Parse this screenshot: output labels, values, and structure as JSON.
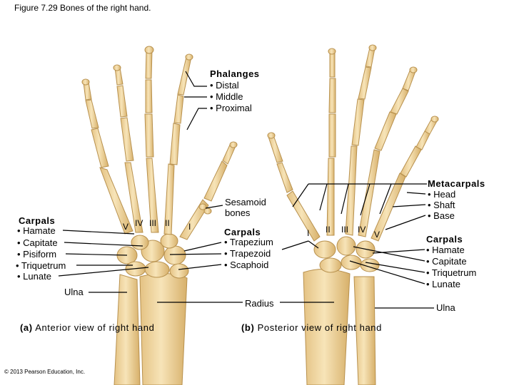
{
  "title": "Figure 7.29 Bones of the right hand.",
  "phalanges": {
    "heading": "Phalanges",
    "items": [
      "• Distal",
      "• Middle",
      "• Proximal"
    ]
  },
  "sesamoid": [
    "Sesamoid",
    "bones"
  ],
  "metacarpals": {
    "heading": "Metacarpals",
    "items": [
      "• Head",
      "• Shaft",
      "• Base"
    ]
  },
  "carpals_left": {
    "heading": "Carpals",
    "items": [
      "• Hamate",
      "• Capitate",
      "• Pisiform",
      "• Triquetrum",
      "• Lunate"
    ]
  },
  "carpals_center": {
    "heading": "Carpals",
    "items": [
      "• Trapezium",
      "• Trapezoid",
      "• Scaphoid"
    ]
  },
  "carpals_right": {
    "heading": "Carpals",
    "items": [
      "• Hamate",
      "• Capitate",
      "• Triquetrum",
      "• Lunate"
    ]
  },
  "roman_left": [
    "V",
    "IV",
    "III",
    "II",
    "I"
  ],
  "roman_right": [
    "I",
    "II",
    "III",
    "IV",
    "V"
  ],
  "ulna_left": "Ulna",
  "ulna_right": "Ulna",
  "radius": "Radius",
  "caption_a": {
    "letter": "(a)",
    "text": "Anterior view of right hand"
  },
  "caption_b": {
    "letter": "(b)",
    "text": "Posterior view of right hand"
  },
  "copyright": "© 2013 Pearson Education, Inc.",
  "colors": {
    "bone": "#f1d9a6",
    "bone_shade": "#d9b574",
    "bone_edge": "#b8914e",
    "leader": "#000000"
  }
}
